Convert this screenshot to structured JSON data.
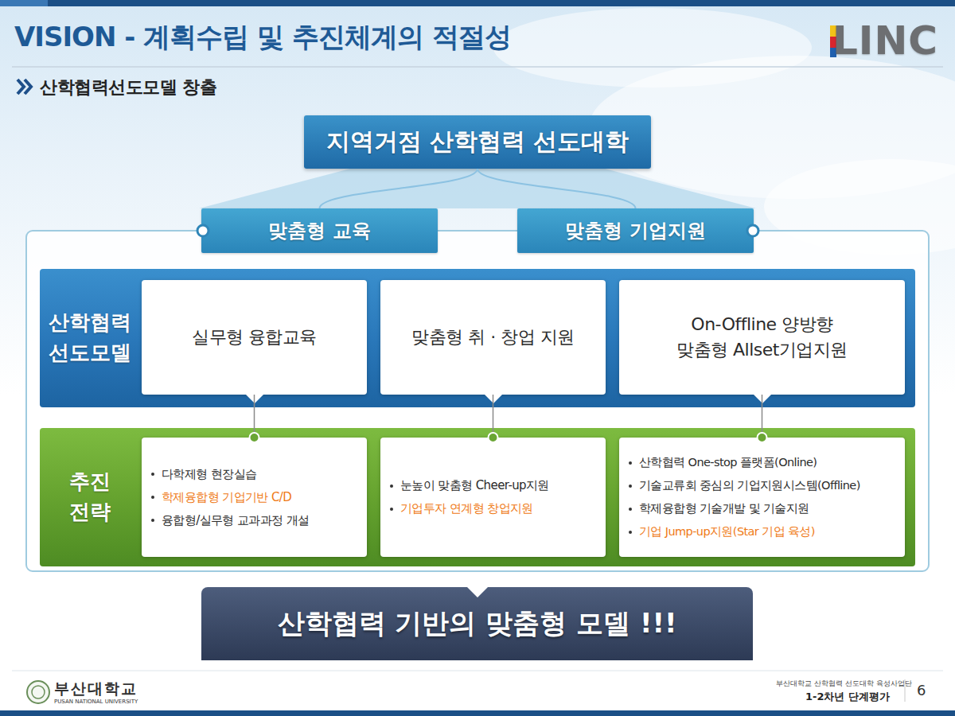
{
  "diagram": {
    "title": "VISION - 계획수립 및 추진체계의 적절성",
    "nodes": [
      {
        "text": [
          "지역거점 산학협력 선도대학"
        ]
      },
      {
        "text": [
          "맞춤형 교육"
        ]
      },
      {
        "text": [
          "맞춤형 기업지원"
        ]
      },
      {
        "text": [
          "산학협력 선도모델"
        ]
      },
      {
        "text": [
          "실무형 융합교육"
        ],
        "in": 3
      },
      {
        "text": [
          "맞춤형 취 · 창업 지원"
        ],
        "in": 3
      },
      {
        "text": [
          "On-Offline 양방향 맞춤형 Allset기업지원"
        ],
        "in": 3
      },
      {
        "text": [
          "추진 전략"
        ]
      },
      {
        "text": [
          "다학제형  현장실습",
          "학제융합형 기업기반 C/D",
          "융합형/실무형 교과과정 개설"
        ],
        "in": 7
      },
      {
        "text": [
          "눈높이 맞춤형 Cheer-up지원",
          "기업투자 연계형 창업지원"
        ],
        "in": 7
      },
      {
        "text": [
          "산학협력 One-stop 플랫폼(Online)",
          "기술교류회 중심의 기업지원시스템(Offline)",
          "학제융합형 기술개발 및 기술지원",
          "기업 Jump-up지원(Star 기업 육성)"
        ],
        "in": 7
      },
      {
        "text": [
          "산학협력 기반의 맞춤형 모델 !!!"
        ]
      }
    ],
    "edges": [
      {
        "from": 0,
        "to": 1,
        "arrow": "none"
      },
      {
        "from": 0,
        "to": 2,
        "arrow": "none"
      },
      {
        "from": 4,
        "to": 8,
        "arrow": "none"
      },
      {
        "from": 5,
        "to": 9,
        "arrow": "none"
      },
      {
        "from": 6,
        "to": 10,
        "arrow": "none"
      }
    ],
    "labels": [
      "산학협력선도모델 창출",
      "LINC",
      "부산대학교",
      "PUSAN NATIONAL UNIVERSITY",
      "부산대학교 산학협력 선도대학 육성사업단",
      "1-2차년 단계평가",
      "6"
    ]
  }
}
